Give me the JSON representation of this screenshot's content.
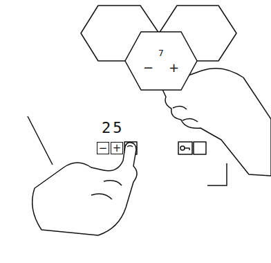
{
  "diagram": {
    "nodes": [
      {
        "text": [
          "7",
          "−",
          "+"
        ]
      },
      {
        "text": [
          "−"
        ]
      },
      {
        "text": [
          "+"
        ]
      }
    ],
    "labels": [
      "25"
    ]
  }
}
